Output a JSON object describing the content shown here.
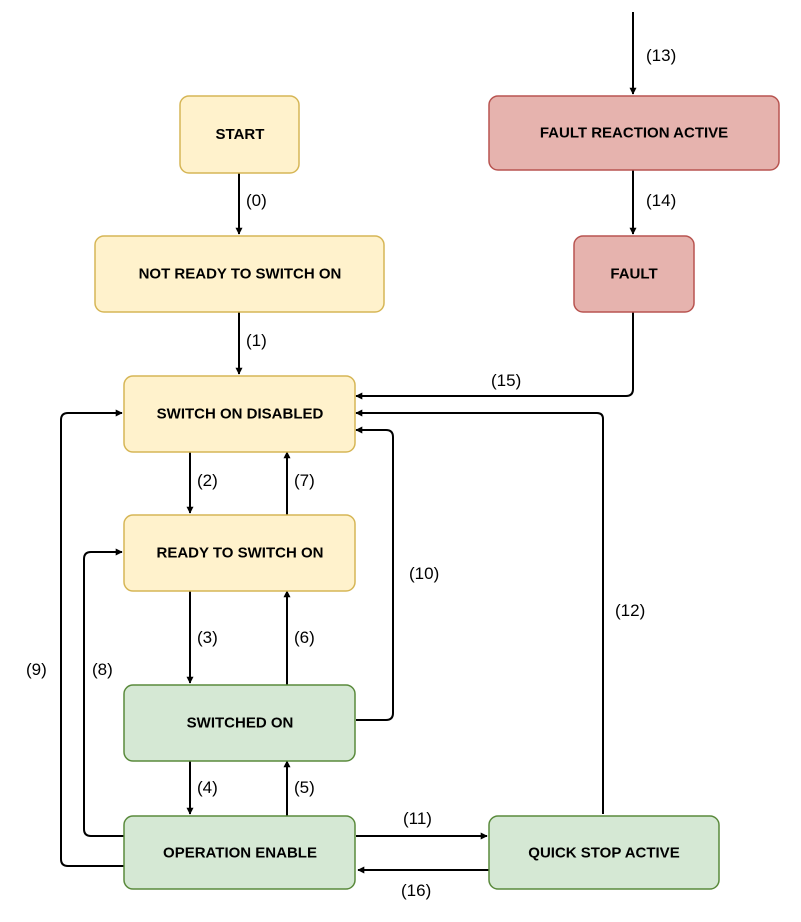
{
  "colors": {
    "yellow_fill": "#fff2cc",
    "yellow_stroke": "#d6b656",
    "red_fill": "#e6b3ae",
    "red_stroke": "#b85450",
    "green_fill": "#d5e8d4",
    "green_stroke": "#5a8a3c",
    "line": "#000000"
  },
  "states": {
    "start": "START",
    "not_ready": "NOT READY TO SWITCH ON",
    "switch_on_disabled": "SWITCH ON DISABLED",
    "ready_to_switch_on": "READY TO SWITCH ON",
    "switched_on": "SWITCHED ON",
    "operation_enable": "OPERATION ENABLE",
    "quick_stop_active": "QUICK STOP ACTIVE",
    "fault_reaction_active": "FAULT REACTION ACTIVE",
    "fault": "FAULT"
  },
  "transitions": {
    "t0": "(0)",
    "t1": "(1)",
    "t2": "(2)",
    "t3": "(3)",
    "t4": "(4)",
    "t5": "(5)",
    "t6": "(6)",
    "t7": "(7)",
    "t8": "(8)",
    "t9": "(9)",
    "t10": "(10)",
    "t11": "(11)",
    "t12": "(12)",
    "t13": "(13)",
    "t14": "(14)",
    "t15": "(15)",
    "t16": "(16)"
  }
}
